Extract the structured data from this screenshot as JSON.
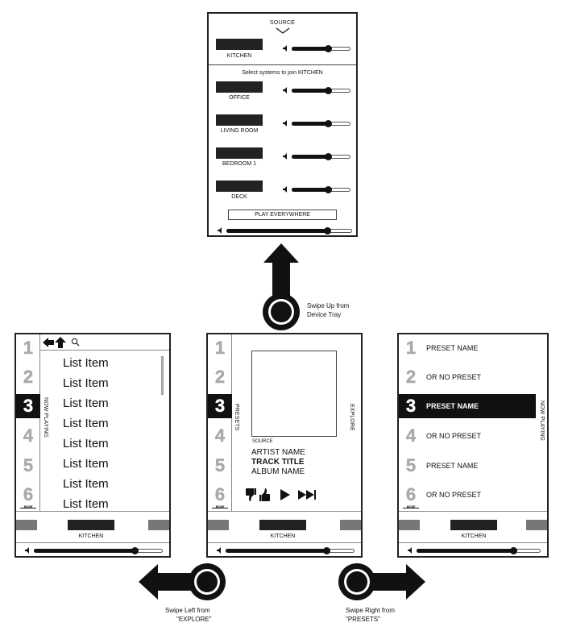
{
  "top_screen": {
    "source_label": "SOURCE",
    "primary_room": {
      "name": "KITCHEN",
      "volume": 0.62
    },
    "join_title": "Select systems to join KITCHEN",
    "rooms": [
      {
        "name": "OFFICE",
        "volume": 0.62
      },
      {
        "name": "LIVING ROOM",
        "volume": 0.62
      },
      {
        "name": "BEDROOM 1",
        "volume": 0.62
      },
      {
        "name": "DECK",
        "volume": 0.62
      }
    ],
    "play_everywhere_label": "PLAY EVERYWHERE",
    "master_volume": 0.8
  },
  "gestures": {
    "up": {
      "line1": "Swipe Up from",
      "line2": "Device Tray"
    },
    "left": {
      "line1": "Swipe Left from",
      "line2": "\"EXPLORE\""
    },
    "right": {
      "line1": "Swipe Right from",
      "line2": "\"PRESETS\""
    }
  },
  "preset_numbers": [
    "1",
    "2",
    "3",
    "4",
    "5",
    "6"
  ],
  "active_preset_index": 2,
  "brand_logo": "BOSE",
  "device_tray": {
    "label": "KITCHEN"
  },
  "volume_level": 0.78,
  "explore_screen": {
    "side_label": "NOW PLAYING",
    "nav_icons": [
      "back-arrow-icon",
      "up-arrow-icon",
      "search-icon"
    ],
    "items": [
      "List Item",
      "List Item",
      "List Item",
      "List Item",
      "List Item",
      "List Item",
      "List Item",
      "List Item"
    ]
  },
  "now_playing_screen": {
    "left_label": "PRESETS",
    "right_label": "EXPLORE",
    "source_label": "SOURCE",
    "artist": "ARTIST NAME",
    "track": "TRACK TITLE",
    "album": "ALBUM NAME",
    "controls": [
      "thumbs-down-icon",
      "thumbs-up-icon",
      "play-icon",
      "skip-next-icon"
    ]
  },
  "presets_screen": {
    "side_label": "NOW PLAYING",
    "presets": [
      "PRESET NAME",
      "OR NO PRESET",
      "PRESET NAME",
      "OR NO PRESET",
      "PRESET NAME",
      "OR NO PRESET"
    ]
  }
}
